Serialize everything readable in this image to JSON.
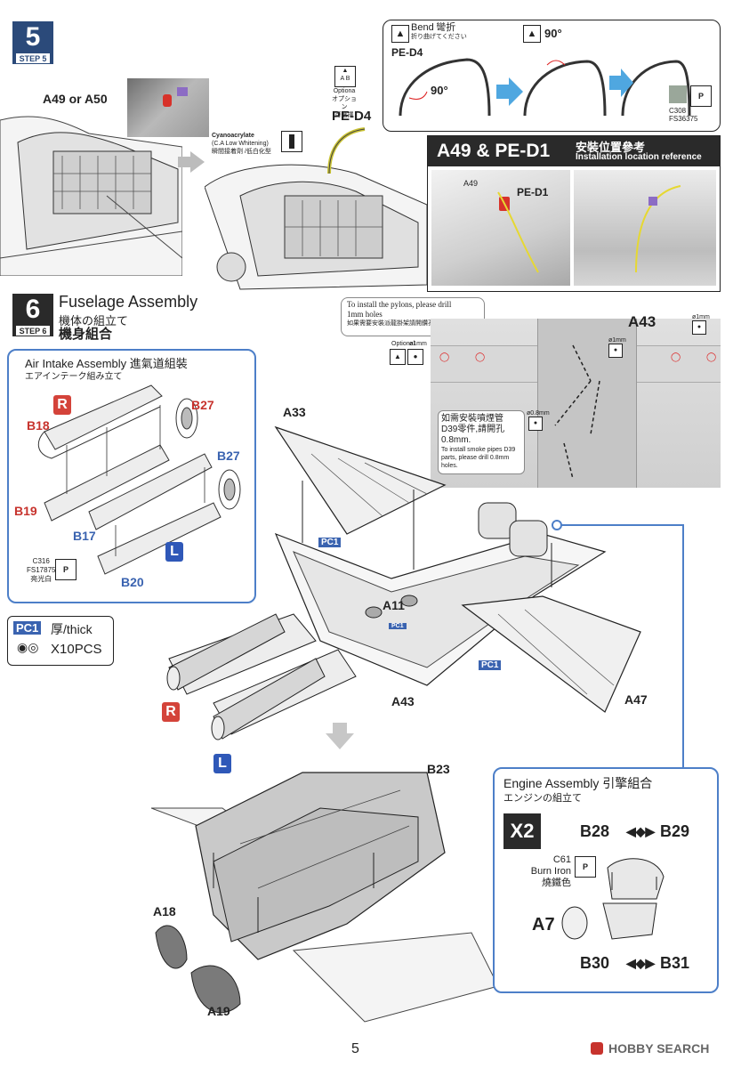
{
  "step5": {
    "number": "5",
    "label": "STEP 5",
    "parts_a49_a50": "A49  or  A50",
    "glue_title": "Cyanoacrylate",
    "glue_sub": "(C.A Low Whitening)",
    "glue_cn": "瞬間接着劑 /低白化型",
    "optional_en": "Optiona",
    "optional_jp": "オプション",
    "optional_cn": "可選擇",
    "pe_d4_main": "PE-D4",
    "bend_label": "Bend",
    "bend_cn": "彎折",
    "bend_jp": "折り曲げてください",
    "pe_d4_bend": "PE-D4",
    "angle_a": "90°",
    "angle_b": "90°",
    "paint_code": "C308",
    "paint_fs": "FS36375",
    "install_title": "A49 & PE-D1",
    "install_cn": "安裝位置參考",
    "install_en": "Installation location reference",
    "callout_a49": "A49",
    "callout_pe_d1": "PE-D1"
  },
  "step6": {
    "number": "6",
    "label": "STEP 6",
    "title_en": "Fuselage Assembly",
    "title_jp": "機体の組立て",
    "title_cn": "機身組合",
    "intake": {
      "title": "Air Intake Assembly 進氣道組裝",
      "title_jp": "エアインテーク組み立て",
      "parts": {
        "b18": "B18",
        "b19": "B19",
        "b27a": "B27",
        "b27b": "B27",
        "b17": "B17",
        "b20": "B20",
        "r": "R",
        "l": "L"
      },
      "paint_code": "C316",
      "paint_fs": "FS17875",
      "paint_cn": "亮光白"
    },
    "pc1": {
      "tag": "PC1",
      "thick": "厚/thick",
      "count": "X10PCS"
    },
    "pylon_note": {
      "line1": "To install the pylons, please drill",
      "line2": "1mm holes",
      "line3": "如果需要安裝派龍掛架請開鑽孔直徑1mm"
    },
    "optional_small": "Optional",
    "drill_1mm": "ø1mm",
    "drill_08mm": "ø0.8mm",
    "a43_top": "A43",
    "smoke_note": {
      "cn1": "如需安裝噴煙管",
      "cn2": "D39零件,請開孔",
      "cn3": "0.8mm.",
      "en1": "To install smoke pipes D39",
      "en2": "parts, please drill 0.8mm",
      "en3": "holes."
    },
    "a33": "A33",
    "a11": "A11",
    "a43_mid": "A43",
    "a47": "A47",
    "pc1_tag_a": "PC1",
    "pc1_tag_b": "PC1",
    "pc1_tag_c": "PC1",
    "r_big": "R",
    "l_big": "L",
    "b23": "B23",
    "a18": "A18",
    "a19": "A19",
    "engine": {
      "title": "Engine Assembly 引擎組合",
      "title_jp": "エンジンの組立て",
      "x2": "X2",
      "b28": "B28",
      "b29": "B29",
      "paint_code": "C61",
      "paint_name": "Burn Iron",
      "paint_cn": "燒鐵色",
      "a7": "A7",
      "b30": "B30",
      "b31": "B31"
    }
  },
  "footer": {
    "page": "5",
    "watermark": "HOBBY SEARCH"
  }
}
